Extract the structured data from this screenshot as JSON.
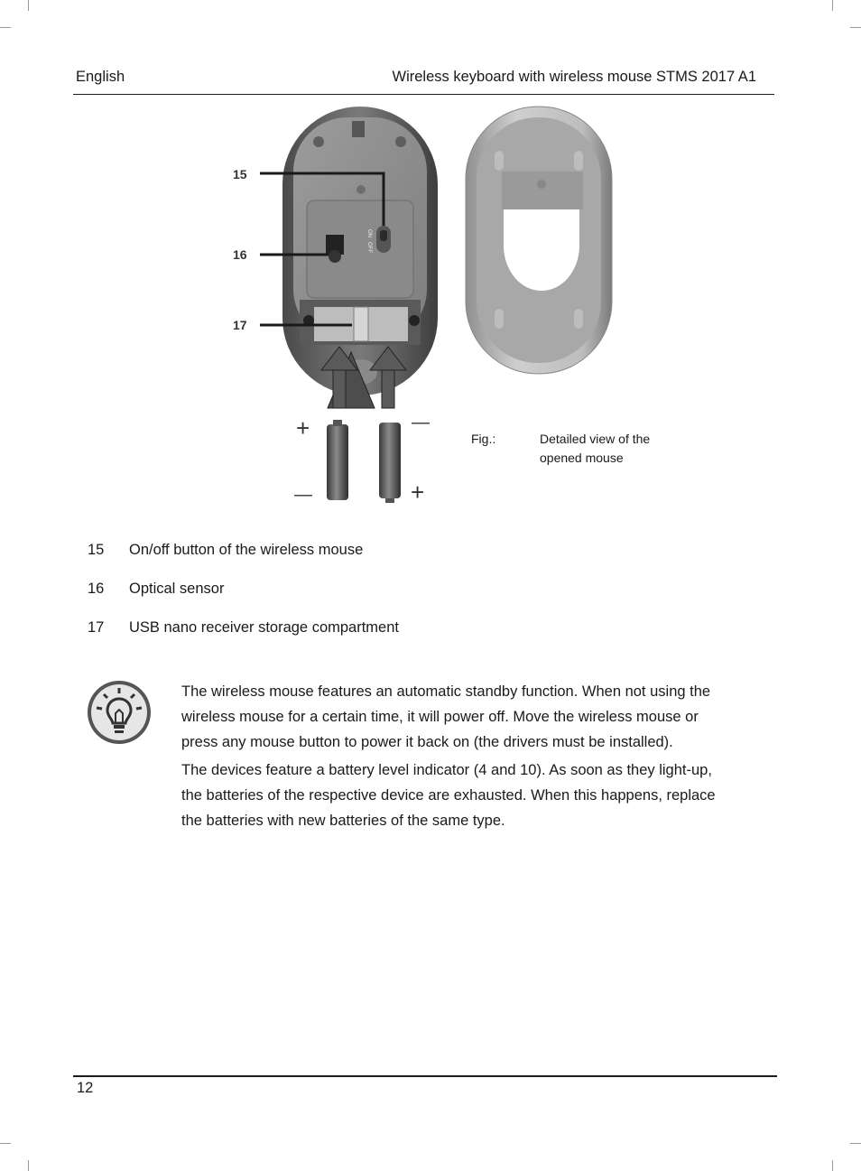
{
  "header": {
    "language": "English",
    "title": "Wireless keyboard with wireless mouse STMS 2017 A1"
  },
  "figure": {
    "callouts": [
      "15",
      "16",
      "17"
    ],
    "switch_labels": {
      "on": "ON",
      "off": "OFF"
    },
    "battery_polarity": {
      "plus": "+",
      "minus": "—"
    },
    "caption_label": "Fig.:",
    "caption_text": "Detailed view of the opened mouse"
  },
  "legend": [
    {
      "number": "15",
      "text": "On/off button of the wireless mouse"
    },
    {
      "number": "16",
      "text": "Optical sensor"
    },
    {
      "number": "17",
      "text": "USB nano receiver storage compartment"
    }
  ],
  "note": {
    "icon": "lightbulb-icon",
    "paragraphs": [
      "The wireless mouse features an automatic standby function. When not using the wireless mouse for a certain time, it will power off. Move the wireless mouse or press any mouse button to power it back on (the drivers must be installed).",
      "The devices feature a battery level indicator (4 and 10). As soon as they light-up, the batteries of the respective device are exhausted. When this happens, replace the batteries with new batteries of the same type."
    ]
  },
  "footer": {
    "page_number": "12"
  }
}
